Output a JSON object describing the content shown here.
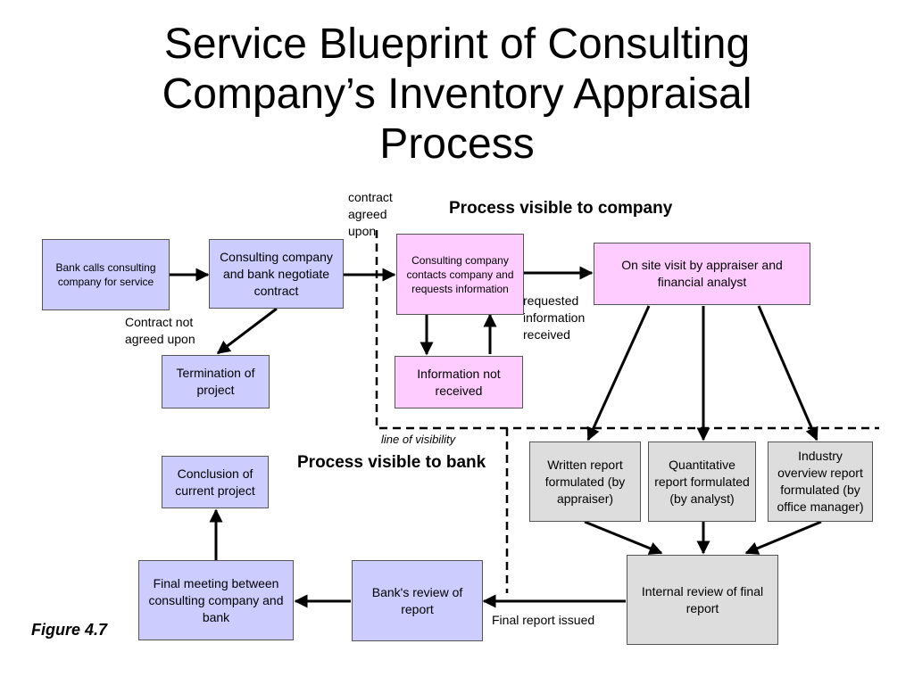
{
  "title": {
    "line1": "Service Blueprint of Consulting",
    "line2": "Company’s Inventory Appraisal",
    "line3": "Process"
  },
  "headings": {
    "company": "Process visible to company",
    "bank": "Process visible to bank"
  },
  "boxes": {
    "bank_calls": "Bank calls consulting company for service",
    "negotiate": "Consulting company and bank negotiate contract",
    "termination": "Termination of project",
    "contacts": "Consulting company contacts company and requests information",
    "not_received": "Information not received",
    "site_visit": "On site visit by appraiser and financial analyst",
    "written": "Written report formulated (by appraiser)",
    "quantitative": "Quantitative report formulated (by analyst)",
    "industry": "Industry overview report formulated (by office manager)",
    "internal_review": "Internal review of final report",
    "bank_review": "Bank's review of report",
    "final_meeting": "Final meeting between consulting company and bank",
    "conclusion": "Conclusion of current project"
  },
  "labels": {
    "contract_agreed": "contract agreed upon",
    "contract_not_agreed": "Contract not agreed upon",
    "requested_received": "requested information received",
    "line_of_visibility": "line of visibility",
    "final_report_issued": "Final report issued"
  },
  "figure_label": "Figure 4.7"
}
